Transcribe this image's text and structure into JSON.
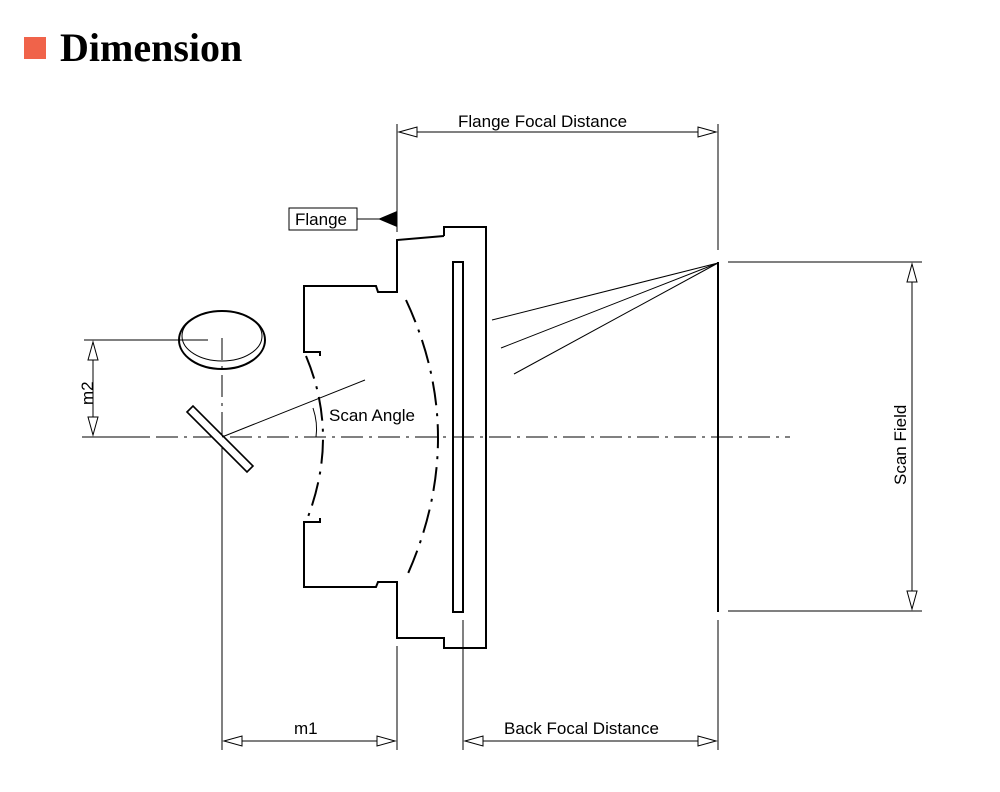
{
  "header": {
    "title": "Dimension",
    "bullet_color": "#F0634A"
  },
  "diagram": {
    "labels": {
      "flange_focal_distance": "Flange Focal Distance",
      "flange": "Flange",
      "scan_angle": "Scan Angle",
      "scan_field": "Scan Field",
      "m1": "m1",
      "m2": "m2",
      "back_focal_distance": "Back Focal Distance"
    }
  }
}
